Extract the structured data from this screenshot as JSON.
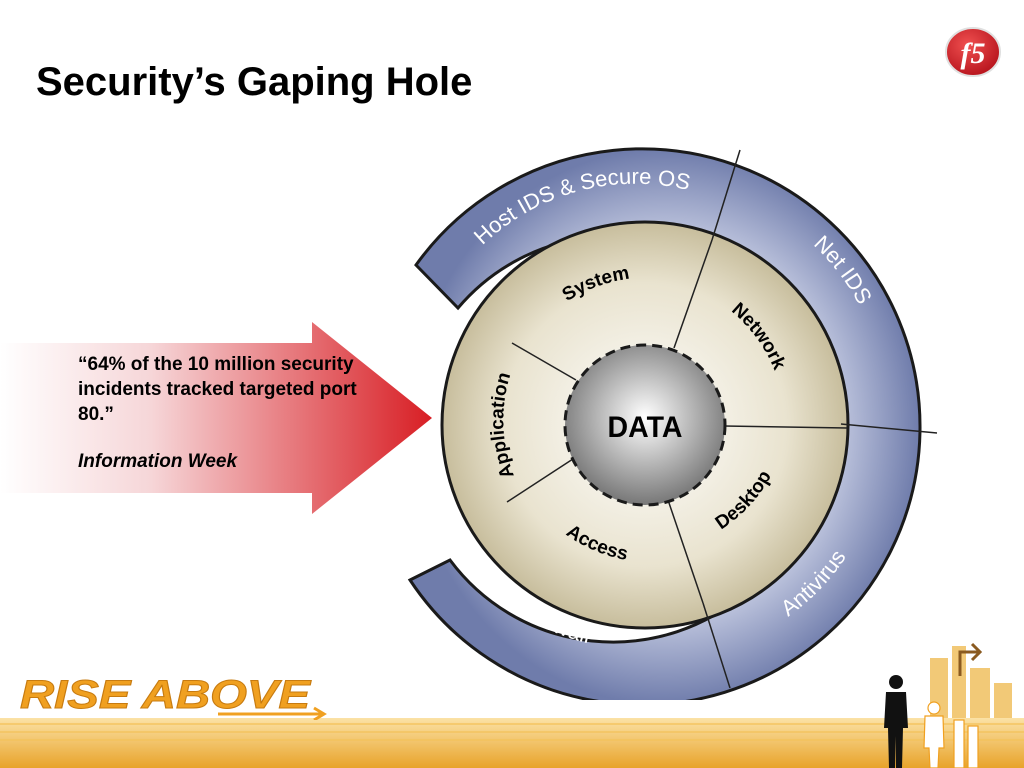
{
  "slide": {
    "title": "Security’s Gaping Hole",
    "logo_text": "f5",
    "brand_text": "RISE ABOVE"
  },
  "quote": {
    "text": "“64% of the 10 million security incidents tracked targeted port 80.”",
    "source": "Information Week"
  },
  "diagram": {
    "core": "DATA",
    "inner_ring": {
      "system": "System",
      "network": "Network",
      "desktop": "Desktop",
      "access": "Access",
      "application": "Application"
    },
    "outer_ring": {
      "host_ids": "Host IDS & Secure OS",
      "net_ids": "Net IDS",
      "antivirus": "Antivirus",
      "firewall": "Firewall"
    }
  },
  "colors": {
    "outer_ring": "#7f8bb4",
    "inner_ring": "#d3cbb0",
    "core": "#8f8f8f",
    "arrow": "#d81e24",
    "brand": "#f0a020",
    "footer": "#e8a32a"
  }
}
